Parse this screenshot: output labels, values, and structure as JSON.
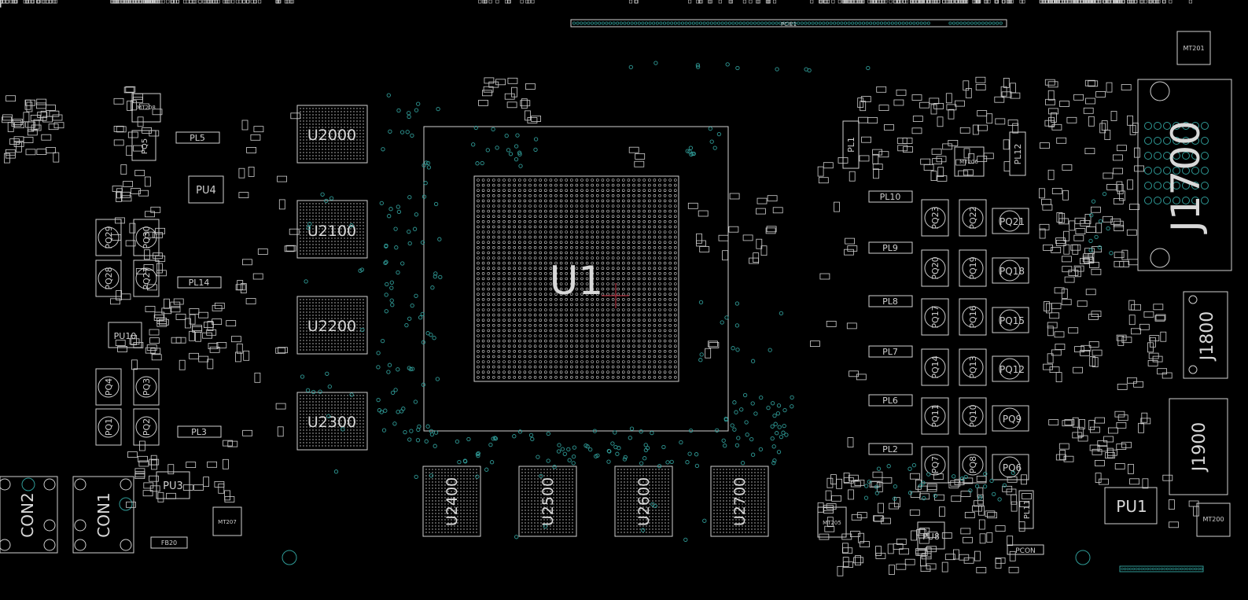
{
  "colors": {
    "background": "#000000",
    "outline": "#cfcfcf",
    "via": "#2f9a96",
    "pad": "#cfcfcf",
    "marker": "#cc3344"
  },
  "top_connector": {
    "label": "PCIE1"
  },
  "gpu": {
    "label": "U1"
  },
  "memory": [
    {
      "label": "U2000"
    },
    {
      "label": "U2100"
    },
    {
      "label": "U2200"
    },
    {
      "label": "U2300"
    },
    {
      "label": "U2400"
    },
    {
      "label": "U2500"
    },
    {
      "label": "U2600"
    },
    {
      "label": "U2700"
    }
  ],
  "connectors": [
    {
      "label": "J1700"
    },
    {
      "label": "J1800"
    },
    {
      "label": "J1900"
    },
    {
      "label": "CON1"
    },
    {
      "label": "CON2"
    }
  ],
  "mount_holes": [
    {
      "label": "MT201"
    },
    {
      "label": "MT200"
    },
    {
      "label": "MT205"
    },
    {
      "label": "MT206"
    },
    {
      "label": "MT207"
    },
    {
      "label": "MT208"
    }
  ],
  "regulators": [
    {
      "label": "PU1"
    },
    {
      "label": "PU3"
    },
    {
      "label": "PU4"
    },
    {
      "label": "PU8"
    },
    {
      "label": "PU10"
    },
    {
      "label": "PQ5"
    }
  ],
  "inductors": [
    {
      "label": "PL2"
    },
    {
      "label": "PL3"
    },
    {
      "label": "PL5"
    },
    {
      "label": "PL6"
    },
    {
      "label": "PL7"
    },
    {
      "label": "PL8"
    },
    {
      "label": "PL9"
    },
    {
      "label": "PL10"
    },
    {
      "label": "PL11"
    },
    {
      "label": "PL12"
    },
    {
      "label": "PL14"
    },
    {
      "label": "PL1"
    }
  ],
  "mosfets_left": [
    {
      "label": "PQ29"
    },
    {
      "label": "PQ30"
    },
    {
      "label": "PQ28"
    },
    {
      "label": "PQ27"
    },
    {
      "label": "PQ4"
    },
    {
      "label": "PQ3"
    },
    {
      "label": "PQ1"
    },
    {
      "label": "PQ2"
    }
  ],
  "mosfets_right": [
    {
      "label": "PQ23"
    },
    {
      "label": "PQ22"
    },
    {
      "label": "PQ20"
    },
    {
      "label": "PQ19"
    },
    {
      "label": "PQ17"
    },
    {
      "label": "PQ16"
    },
    {
      "label": "PQ14"
    },
    {
      "label": "PQ13"
    },
    {
      "label": "PQ11"
    },
    {
      "label": "PQ10"
    },
    {
      "label": "PQ7"
    },
    {
      "label": "PQ8"
    }
  ],
  "mosfets_round": [
    {
      "label": "PQ21"
    },
    {
      "label": "PQ18"
    },
    {
      "label": "PQ15"
    },
    {
      "label": "PQ12"
    },
    {
      "label": "PQ9"
    },
    {
      "label": "PQ6"
    }
  ],
  "misc": [
    {
      "label": "PCON"
    },
    {
      "label": "FB20"
    }
  ]
}
